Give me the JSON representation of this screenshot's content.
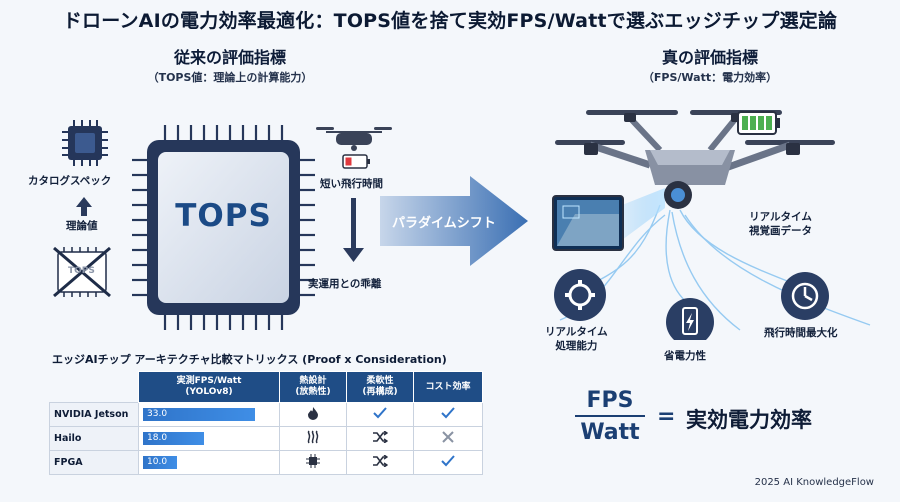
{
  "title": "ドローンAIの電力効率最適化：TOPS値を捨て実効FPS/Wattで選ぶエッジチップ選定論",
  "left": {
    "heading": "従来の評価指標",
    "subheading": "（TOPS値：理論上の計算能力）",
    "chip_label": "TOPS",
    "catalog_label": "カタログスペック",
    "theory_label": "理論値",
    "crossed_label": "TOPS",
    "short_flight": "短い飛行時間",
    "gap_label": "実運用との乖離"
  },
  "arrow_label": "パラダイムシフト",
  "right": {
    "heading": "真の評価指標",
    "subheading": "（FPS/Watt：電力効率）",
    "realtime_visual": "リアルタイム\n視覚画データ",
    "realtime_processing": "リアルタイム\n処理能力",
    "power_saving": "省電力性",
    "flight_max": "飛行時間最大化"
  },
  "table": {
    "title": "エッジAIチップ アーキテクチャ比較マトリックス (Proof x Consideration)",
    "headers": [
      "",
      "実測FPS/Watt\n(YOLOv8)",
      "熱設計\n(放熱性)",
      "柔軟性\n(再構成)",
      "コスト効率"
    ],
    "rows": [
      {
        "name": "NVIDIA Jetson",
        "fps": 33.0,
        "fps_label": "33.0",
        "thermal": "flame-icon",
        "flex": "check-icon",
        "cost": "check-icon"
      },
      {
        "name": "Hailo",
        "fps": 18.0,
        "fps_label": "18.0",
        "thermal": "heat-icon",
        "flex": "shuffle-icon",
        "cost": "cross-icon"
      },
      {
        "name": "FPGA",
        "fps": 10.0,
        "fps_label": "10.0",
        "thermal": "chip-icon",
        "flex": "shuffle-icon",
        "cost": "check-icon"
      }
    ],
    "fps_max": 33.0
  },
  "formula": {
    "numerator": "FPS",
    "denominator": "Watt",
    "equals": "=",
    "meaning": "実効電力効率"
  },
  "footer": "2025 AI KnowledgeFlow",
  "colors": {
    "accent": "#1f4d86",
    "bar": "#2f74c9",
    "check": "#2f74c9",
    "cross": "#8a93a3",
    "battery_low": "#e0393e",
    "battery_full": "#4caf50"
  }
}
